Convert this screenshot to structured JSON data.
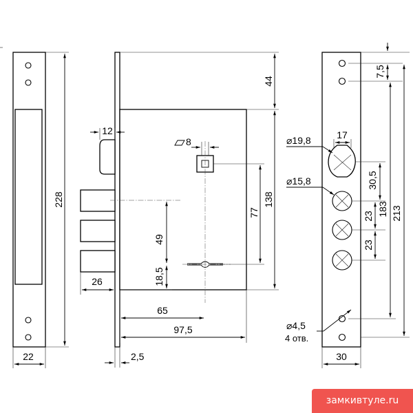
{
  "dimensions": {
    "strip_length": "228",
    "strip_width": "22",
    "backset_top": "44",
    "latch_width": "12",
    "spindle_square": "8",
    "bolt_projection": "26",
    "spindle_to_key": "49",
    "key_offset": "18,5",
    "spindle_to_keyhole": "77",
    "case_height": "138",
    "key_backset": "65",
    "case_depth": "97,5",
    "faceplate_thickness": "2,5",
    "hole_top_spacing": "7,5",
    "cylinder_dia": "⌀19,8",
    "cylinder_width": "17",
    "cylinder_pitch": "30,5",
    "bolt_hole_dia": "⌀15,8",
    "bolt_pitch_a": "23",
    "bolt_pitch_b": "23",
    "bolt_span": "183",
    "total_height": "213",
    "screw_dia": "⌀4,5",
    "screw_count": "4 отв.",
    "plate_width": "30"
  },
  "colors": {
    "line": "#000000",
    "watermark_bg": "#f0544f",
    "watermark_text": "#ffffff"
  },
  "watermark": {
    "text": "замкивтуле.ru"
  }
}
